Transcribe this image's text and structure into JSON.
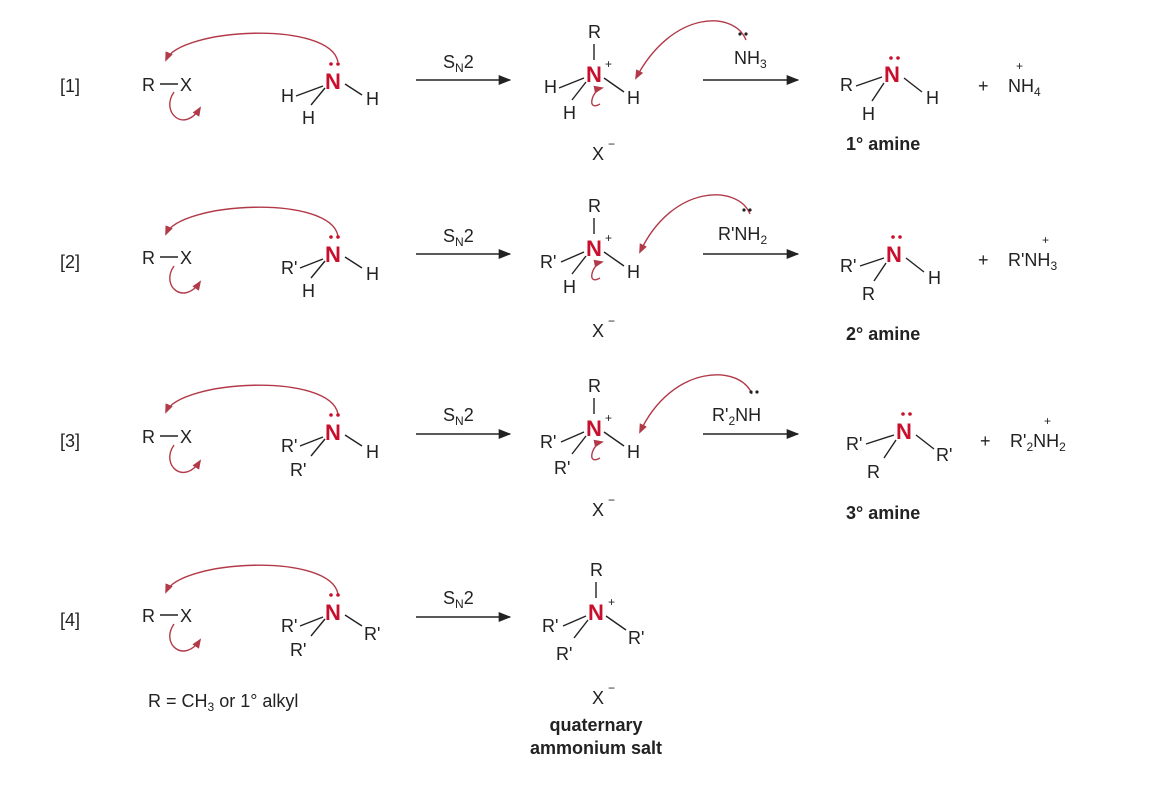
{
  "colors": {
    "accent": "#c8102e",
    "ink": "#222222",
    "arrow": "#b23a48"
  },
  "labels": {
    "R": "R",
    "X": "X",
    "H": "H",
    "N": "N",
    "Rp": "R'",
    "plus": "+",
    "minus": "−",
    "sn2_S": "S",
    "sn2_sub": "N",
    "sn2_2": "2",
    "nh3_NH": "NH",
    "nh3_sub": "3",
    "rnh2_RNH": "R'NH",
    "rnh2_sub": "2",
    "r2nh_R": "R'",
    "r2nh_sub": "2",
    "r2nh_NH": "NH",
    "prod1_NH": "NH",
    "prod1_sub": "4",
    "prod2_RNH": "R'NH",
    "prod2_sub": "3",
    "prod3_R": "R'",
    "prod3_sub1": "2",
    "prod3_NH": "NH",
    "prod3_sub2": "2"
  },
  "rows": [
    {
      "label": "[1]",
      "product_label": "1° amine"
    },
    {
      "label": "[2]",
      "product_label": "2° amine"
    },
    {
      "label": "[3]",
      "product_label": "3° amine"
    },
    {
      "label": "[4]",
      "product_label_line1": "quaternary",
      "product_label_line2": "ammonium salt"
    }
  ],
  "note": {
    "text_before": "R = CH",
    "sub": "3",
    "text_after": " or 1° alkyl"
  }
}
